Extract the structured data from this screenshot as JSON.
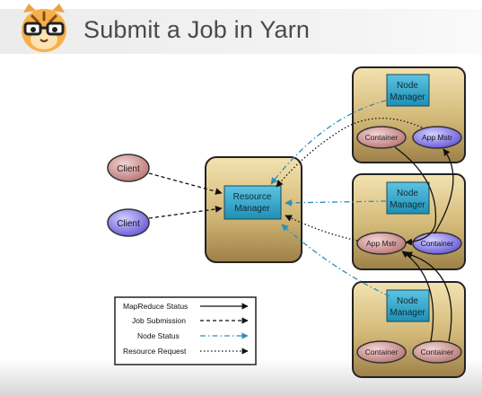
{
  "header": {
    "title": "Submit a Job in Yarn",
    "logo_icon": "tiger-with-glasses-icon"
  },
  "diagram": {
    "clients": [
      "Client",
      "Client"
    ],
    "resource_manager": [
      "Resource",
      "Manager"
    ],
    "nodes": [
      {
        "manager": [
          "Node",
          "Manager"
        ],
        "left": "Container",
        "right": "App Mstr"
      },
      {
        "manager": [
          "Node",
          "Manager"
        ],
        "left": "App Mstr",
        "right": "Container"
      },
      {
        "manager": [
          "Node",
          "Manager"
        ],
        "left": "Container",
        "right": "Container"
      }
    ],
    "legend": [
      {
        "label": "MapReduce Status",
        "style": "solid"
      },
      {
        "label": "Job Submission",
        "style": "dashed"
      },
      {
        "label": "Node Status",
        "style": "dash-dot"
      },
      {
        "label": "Resource Request",
        "style": "dotted"
      }
    ]
  },
  "colors": {
    "box_fill_top": "#f1dfab",
    "box_fill_bottom": "#a5894d",
    "manager_fill": "#2a9fc4",
    "client_pink": "#c88a8a",
    "client_purple": "#7a6fe0",
    "node_status": "#2e8fb6"
  }
}
